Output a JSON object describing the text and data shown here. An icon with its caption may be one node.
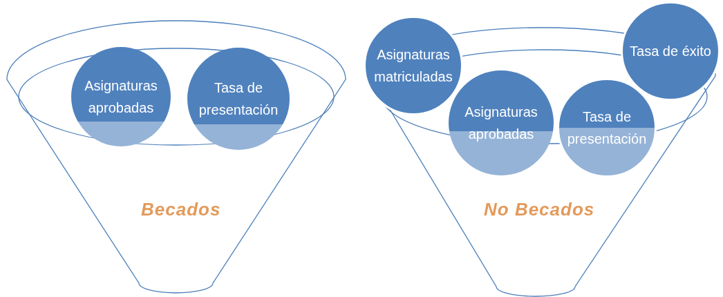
{
  "diagram": {
    "nodes": [
      {
        "text": [
          "Becados"
        ]
      },
      {
        "text": [
          "Asignaturas aprobadas"
        ],
        "in": 0
      },
      {
        "text": [
          "Tasa de presentación"
        ],
        "in": 0
      },
      {
        "text": [
          "No Becados"
        ]
      },
      {
        "text": [
          "Asignaturas matriculadas"
        ]
      },
      {
        "text": [
          "Asignaturas aprobadas"
        ],
        "in": 3
      },
      {
        "text": [
          "Tasa de presentación"
        ],
        "in": 3
      },
      {
        "text": [
          "Tasa de éxito"
        ]
      }
    ]
  }
}
